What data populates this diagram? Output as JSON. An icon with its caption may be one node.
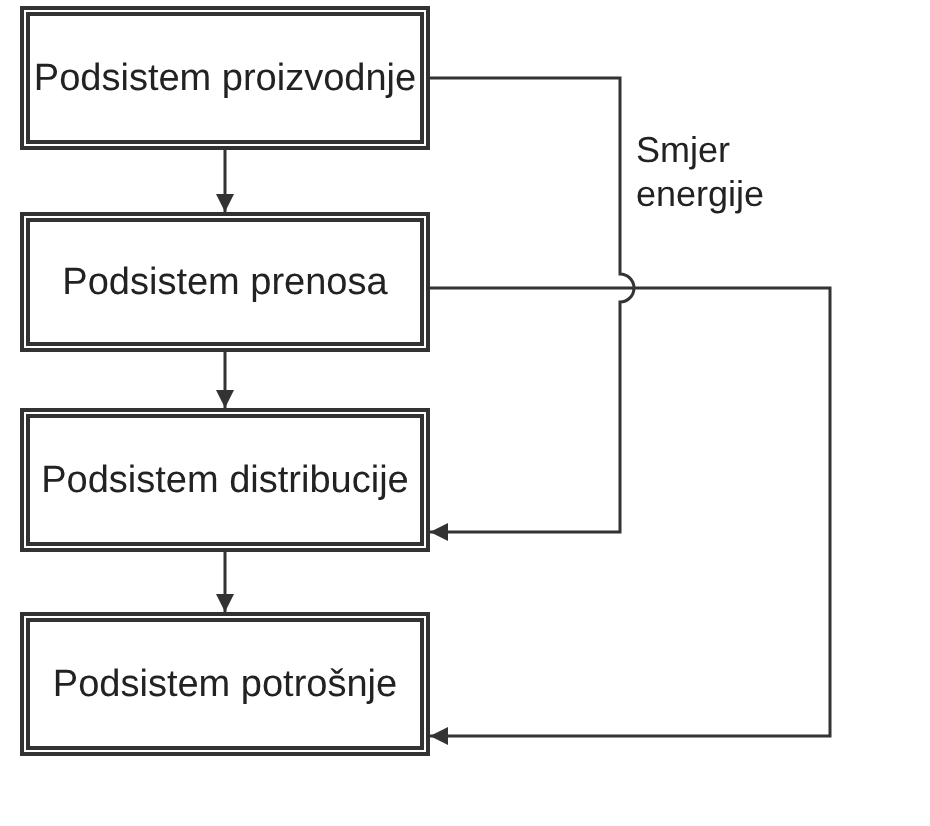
{
  "diagram": {
    "nodes": [
      {
        "text": [
          "Podsistem proizvodnje"
        ]
      },
      {
        "text": [
          "Podsistem prenosa"
        ]
      },
      {
        "text": [
          "Podsistem distribucije"
        ]
      },
      {
        "text": [
          "Podsistem potrošnje"
        ]
      }
    ],
    "edges": [
      {
        "from": 0,
        "to": 1,
        "arrow": "to"
      },
      {
        "from": 1,
        "to": 2,
        "arrow": "to"
      },
      {
        "from": 2,
        "to": 3,
        "arrow": "to"
      },
      {
        "from": 0,
        "to": 2,
        "arrow": "to"
      },
      {
        "from": 1,
        "to": 3,
        "arrow": "to"
      }
    ],
    "labels": [
      "Smjer energije"
    ]
  }
}
